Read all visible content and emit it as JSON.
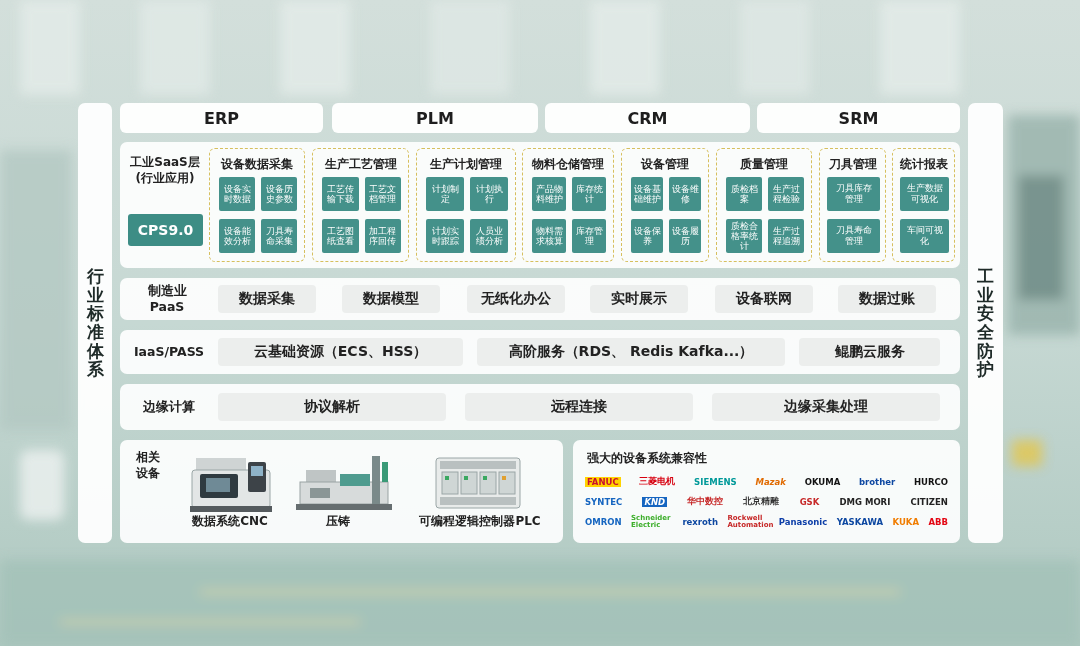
{
  "diagram": {
    "nodes": [
      {
        "text": [
          "行业标准体系"
        ]
      },
      {
        "text": [
          "工业安全防护"
        ]
      },
      {
        "text": [
          "ERP"
        ]
      },
      {
        "text": [
          "PLM"
        ]
      },
      {
        "text": [
          "CRM"
        ]
      },
      {
        "text": [
          "SRM"
        ]
      },
      {
        "text": [
          "工业SaaS层 (行业应用)"
        ]
      },
      {
        "text": [
          "CPS9.0"
        ],
        "in": 6
      },
      {
        "text": [
          "设备数据采集"
        ],
        "in": 6
      },
      {
        "text": [
          "设备实时数据"
        ],
        "in": 8
      },
      {
        "text": [
          "设备历史参数"
        ],
        "in": 8
      },
      {
        "text": [
          "设备能效分析"
        ],
        "in": 8
      },
      {
        "text": [
          "刀具寿命采集"
        ],
        "in": 8
      },
      {
        "text": [
          "生产工艺管理"
        ],
        "in": 6
      },
      {
        "text": [
          "工艺传输下载"
        ],
        "in": 13
      },
      {
        "text": [
          "工艺文档管理"
        ],
        "in": 13
      },
      {
        "text": [
          "工艺图纸查看"
        ],
        "in": 13
      },
      {
        "text": [
          "加工程序回传"
        ],
        "in": 13
      },
      {
        "text": [
          "生产计划管理"
        ],
        "in": 6
      },
      {
        "text": [
          "计划制定"
        ],
        "in": 18
      },
      {
        "text": [
          "计划执行"
        ],
        "in": 18
      },
      {
        "text": [
          "计划实时跟踪"
        ],
        "in": 18
      },
      {
        "text": [
          "人员业绩分析"
        ],
        "in": 18
      },
      {
        "text": [
          "物料仓储管理"
        ],
        "in": 6
      },
      {
        "text": [
          "产品物料维护"
        ],
        "in": 23
      },
      {
        "text": [
          "库存统计"
        ],
        "in": 23
      },
      {
        "text": [
          "物料需求核算"
        ],
        "in": 23
      },
      {
        "text": [
          "库存管理"
        ],
        "in": 23
      },
      {
        "text": [
          "设备管理"
        ],
        "in": 6
      },
      {
        "text": [
          "设备基础维护"
        ],
        "in": 28
      },
      {
        "text": [
          "设备维修"
        ],
        "in": 28
      },
      {
        "text": [
          "设备保养"
        ],
        "in": 28
      },
      {
        "text": [
          "设备履历"
        ],
        "in": 28
      },
      {
        "text": [
          "质量管理"
        ],
        "in": 6
      },
      {
        "text": [
          "质检档案"
        ],
        "in": 33
      },
      {
        "text": [
          "生产过程检验"
        ],
        "in": 33
      },
      {
        "text": [
          "质检合格率统计"
        ],
        "in": 33
      },
      {
        "text": [
          "生产过程追溯"
        ],
        "in": 33
      },
      {
        "text": [
          "刀具管理"
        ],
        "in": 6
      },
      {
        "text": [
          "刀具库存管理"
        ],
        "in": 38
      },
      {
        "text": [
          "刀具寿命管理"
        ],
        "in": 38
      },
      {
        "text": [
          "统计报表"
        ],
        "in": 6
      },
      {
        "text": [
          "生产数据可视化"
        ],
        "in": 41
      },
      {
        "text": [
          "车间可视化"
        ],
        "in": 41
      },
      {
        "text": [
          "制造业 PaaS"
        ]
      },
      {
        "text": [
          "数据采集"
        ],
        "in": 44
      },
      {
        "text": [
          "数据模型"
        ],
        "in": 44
      },
      {
        "text": [
          "无纸化办公"
        ],
        "in": 44
      },
      {
        "text": [
          "实时展示"
        ],
        "in": 44
      },
      {
        "text": [
          "设备联网"
        ],
        "in": 44
      },
      {
        "text": [
          "数据过账"
        ],
        "in": 44
      },
      {
        "text": [
          "IaaS/PASS"
        ]
      },
      {
        "text": [
          "云基础资源（ECS、HSS）"
        ],
        "in": 51
      },
      {
        "text": [
          "高阶服务（RDS、 Redis Kafka...）"
        ],
        "in": 51
      },
      {
        "text": [
          "鲲鹏云服务"
        ],
        "in": 51
      },
      {
        "text": [
          "边缘计算"
        ]
      },
      {
        "text": [
          "协议解析"
        ],
        "in": 55
      },
      {
        "text": [
          "远程连接"
        ],
        "in": 55
      },
      {
        "text": [
          "边缘采集处理"
        ],
        "in": 55
      },
      {
        "text": [
          "相关 设备"
        ]
      },
      {
        "text": [
          "数据系统CNC"
        ],
        "in": 59
      },
      {
        "text": [
          "压铸"
        ],
        "in": 59
      },
      {
        "text": [
          "可编程逻辑控制器PLC"
        ],
        "in": 59
      },
      {
        "text": [
          "强大的设备系统兼容性"
        ]
      }
    ],
    "labels": [
      "FANUC",
      "三菱电机",
      "SIEMENS",
      "Mazak",
      "OKUMA",
      "brother",
      "HURCO",
      "SYNTEC",
      "KND",
      "华中数控",
      "北京精雕",
      "GSK",
      "DMG MORI",
      "CITIZEN",
      "OMRON",
      "Schneider Electric",
      "rexroth",
      "Rockwell Automation",
      "Panasonic",
      "YASKAWA",
      "KUKA",
      "ABB"
    ]
  }
}
